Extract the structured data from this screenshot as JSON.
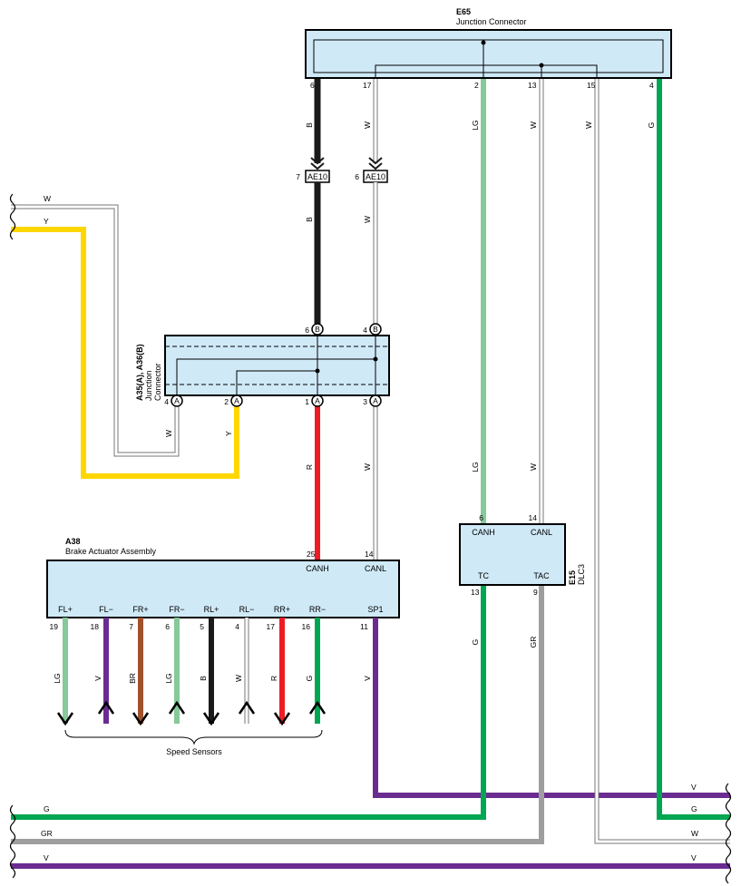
{
  "colors": {
    "box_fill": "#cfe9f7",
    "black": "#1a1a1a",
    "white_wire": "#ffffff",
    "light_green": "#86c99a",
    "green": "#00a651",
    "yellow": "#ffd700",
    "red": "#ed1c24",
    "violet": "#6a2c91",
    "brown": "#a0522d",
    "gray": "#9e9e9e"
  },
  "e65": {
    "code": "E65",
    "name": "Junction Connector",
    "pins": [
      "6",
      "17",
      "2",
      "13",
      "15",
      "4"
    ]
  },
  "ae10": {
    "label": "AE10",
    "pin_b": "7",
    "pin_w": "6"
  },
  "a35": {
    "code": "A35(A), A36(B)",
    "name1": "Junction",
    "name2": "Connector",
    "b_pins": [
      "6",
      "4"
    ],
    "a_pins": [
      "4",
      "2",
      "1",
      "3"
    ],
    "a_letter": "A",
    "b_letter": "B"
  },
  "a38": {
    "code": "A38",
    "name": "Brake Actuator Assembly",
    "top_pins": [
      "25",
      "14"
    ],
    "top_labels": [
      "CANH",
      "CANL"
    ],
    "terms": [
      "FL+",
      "FL−",
      "FR+",
      "FR−",
      "RL+",
      "RL−",
      "RR+",
      "RR−",
      "SP1"
    ],
    "pins": [
      "19",
      "18",
      "7",
      "6",
      "5",
      "4",
      "17",
      "16",
      "11"
    ]
  },
  "e15": {
    "code": "E15",
    "name": "DLC3",
    "top_pins": [
      "6",
      "14"
    ],
    "top_labels": [
      "CANH",
      "CANL"
    ],
    "bot_labels": [
      "TC",
      "TAC"
    ],
    "bot_pins": [
      "13",
      "9"
    ]
  },
  "speed_sensors": "Speed Sensors",
  "wire_labels": {
    "e65_b": "B",
    "e65_w17": "W",
    "e65_lg": "LG",
    "e65_w13": "W",
    "e65_w15": "W",
    "e65_g": "G",
    "ae10_b": "B",
    "ae10_w": "W",
    "left_w": "W",
    "left_y": "Y",
    "a35_w": "W",
    "a35_y": "Y",
    "a35_r": "R",
    "a35_w3": "W",
    "mid_lg": "LG",
    "mid_w": "W",
    "s_fl_p": "LG",
    "s_fl_m": "V",
    "s_fr_p": "BR",
    "s_fr_m": "LG",
    "s_rl_p": "B",
    "s_rl_m": "W",
    "s_rr_p": "R",
    "s_rr_m": "G",
    "sp1": "V",
    "tc": "G",
    "tac": "GR",
    "bus_v_top": "V",
    "bus_g_left": "G",
    "bus_g_right": "G",
    "bus_gr": "GR",
    "bus_w": "W",
    "bus_v_left": "V",
    "bus_v_right": "V"
  }
}
